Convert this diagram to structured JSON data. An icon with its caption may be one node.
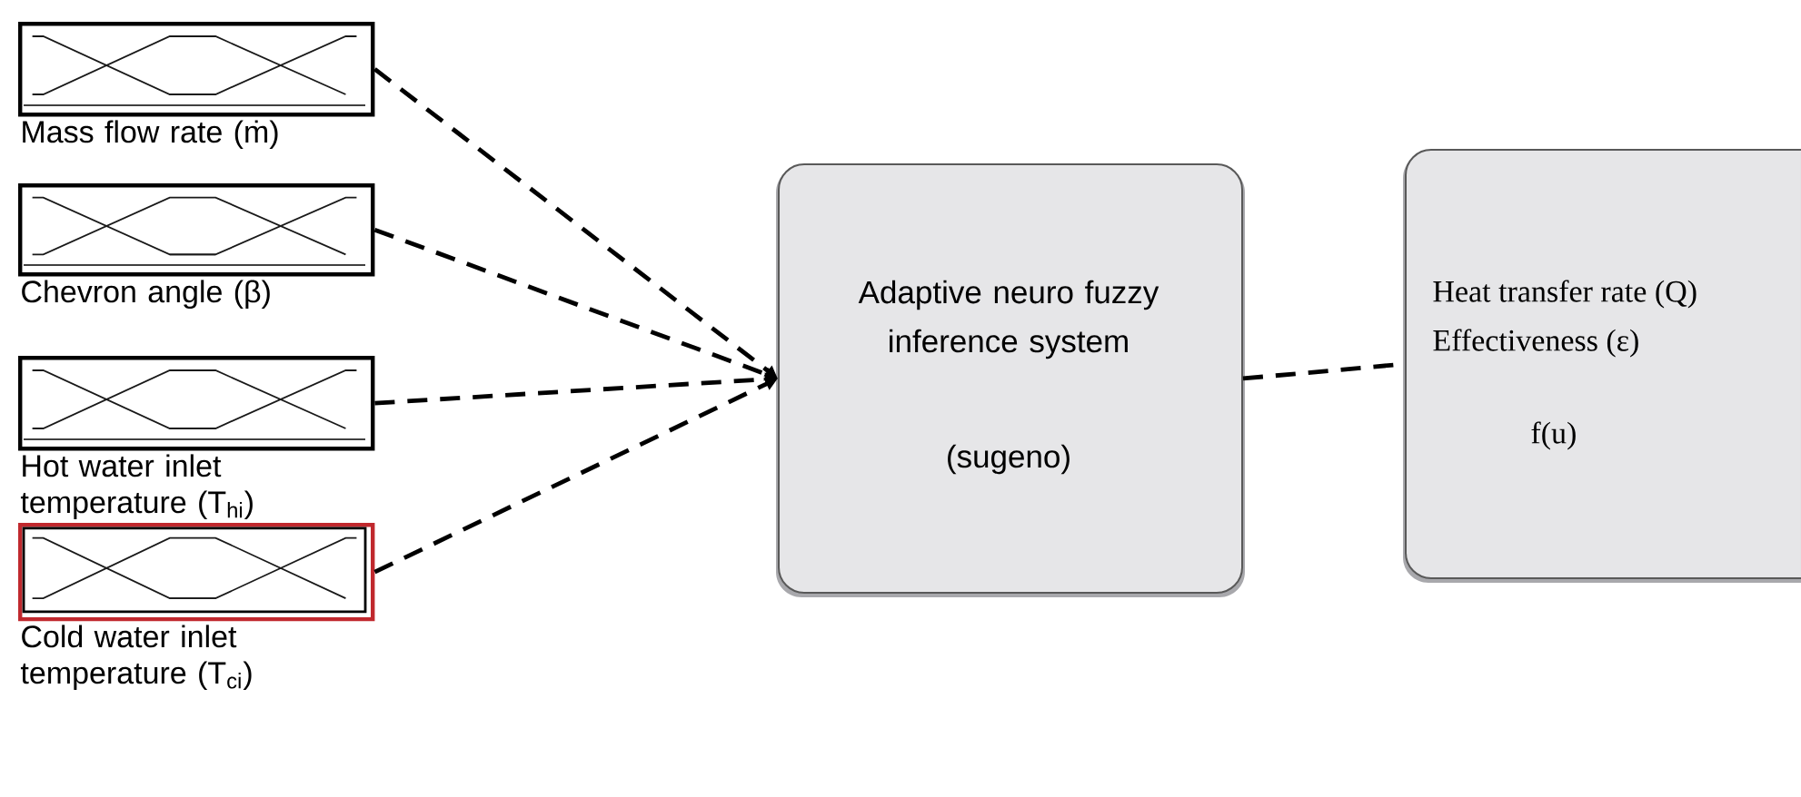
{
  "diagram": {
    "nodes": [
      {
        "text": [
          "Mass flow rate (ṁ)"
        ]
      },
      {
        "text": [
          "Chevron angle (β)"
        ]
      },
      {
        "text": [
          "Hot water inlet temperature (T$_{hi}$)"
        ]
      },
      {
        "text": [
          "Cold water inlet temperature (T$_{ci}$)"
        ]
      },
      {
        "text": [
          "Adaptive neuro fuzzy inference system",
          "(sugeno)"
        ]
      },
      {
        "text": [
          "Heat transfer rate (Q)",
          "Effectiveness (ε)",
          "f(u)"
        ]
      }
    ],
    "edges": [
      {
        "from": 0,
        "to": 4,
        "arrow": "to",
        "style": "dashed"
      },
      {
        "from": 1,
        "to": 4,
        "arrow": "to",
        "style": "dashed"
      },
      {
        "from": 2,
        "to": 4,
        "arrow": "to",
        "style": "dashed"
      },
      {
        "from": 3,
        "to": 4,
        "arrow": "to",
        "style": "dashed"
      },
      {
        "from": 4,
        "to": 5,
        "arrow": "none",
        "style": "dashed"
      }
    ]
  }
}
